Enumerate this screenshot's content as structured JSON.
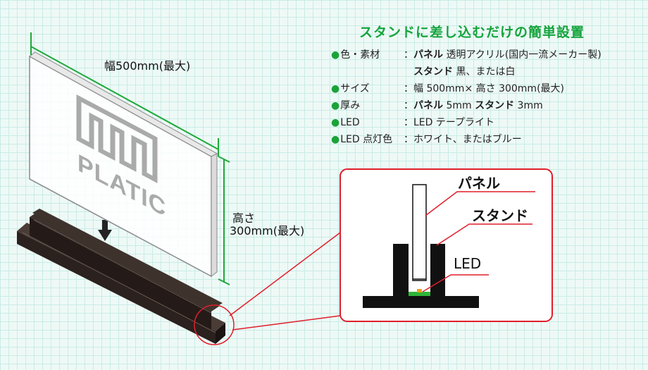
{
  "title": "スタンドに差し込むだけの簡単設置",
  "specs": [
    {
      "label": "色・素材",
      "lines": [
        [
          {
            "b": "パネル"
          },
          {
            "t": " 透明アクリル(国内一流メーカー製)"
          }
        ],
        [
          {
            "b": "スタンド"
          },
          {
            "t": " 黒、または白"
          }
        ]
      ]
    },
    {
      "label": "サイズ",
      "lines": [
        [
          {
            "t": "幅 500mm× 高さ 300mm(最大)"
          }
        ]
      ]
    },
    {
      "label": "厚み",
      "lines": [
        [
          {
            "b": "パネル"
          },
          {
            "t": " 5mm "
          },
          {
            "b": "スタンド"
          },
          {
            "t": " 3mm"
          }
        ]
      ]
    },
    {
      "label": "LED",
      "lines": [
        [
          {
            "t": "LED テープライト"
          }
        ]
      ]
    },
    {
      "label": "LED 点灯色",
      "lines": [
        [
          {
            "t": "ホワイト、またはブルー"
          }
        ]
      ]
    }
  ],
  "bullet": "●",
  "separator": "：",
  "dimensions": {
    "width_label": "幅500mm(最大)",
    "height_label_1": "高さ",
    "height_label_2": "300mm(最大)"
  },
  "logo": {
    "text": "PLATIC"
  },
  "callout": {
    "panel": "パネル",
    "stand": "スタンド",
    "led": "LED"
  },
  "colors": {
    "title_green": "#15a43c",
    "dimension_green": "#1fa83a",
    "callout_red": "#e01e2a",
    "stand_dark": "#2b211e",
    "logo_gray": "#aaaaaa",
    "led_green": "#2fb53a",
    "led_orange": "#f0a020"
  }
}
